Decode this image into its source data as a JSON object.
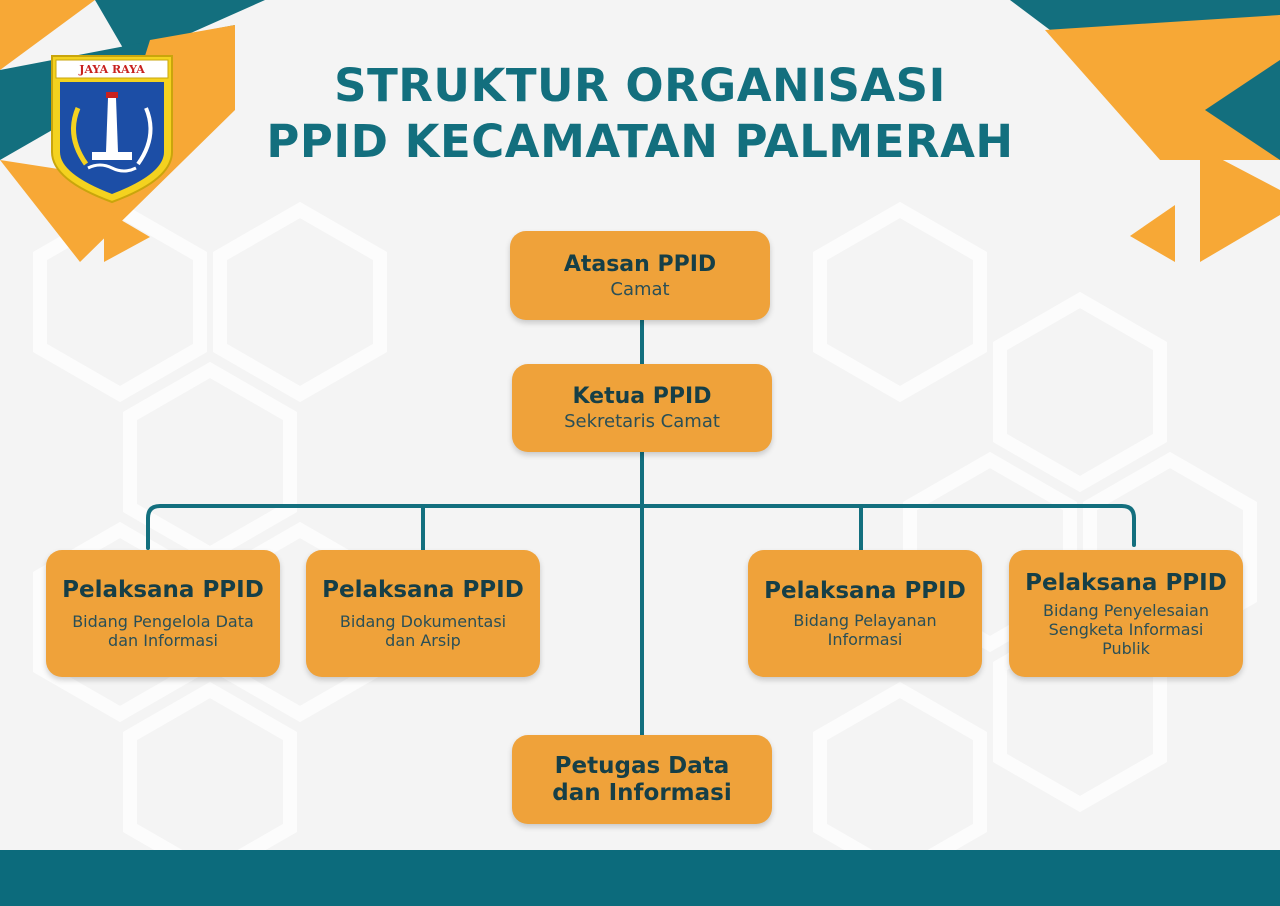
{
  "title": {
    "line1": "STRUKTUR ORGANISASI",
    "line2": "PPID KECAMATAN PALMERAH"
  },
  "logo": {
    "text": "JAYA RAYA",
    "icon": "jakarta-emblem-icon"
  },
  "nodes": {
    "atasan": {
      "title": "Atasan PPID",
      "subtitle": "Camat"
    },
    "ketua": {
      "title": "Ketua PPID",
      "subtitle": "Sekretaris Camat"
    },
    "pelaksana_1": {
      "title": "Pelaksana PPID",
      "subtitle_1": "Bidang Pengelola Data",
      "subtitle_2": "dan Informasi"
    },
    "pelaksana_2": {
      "title": "Pelaksana PPID",
      "subtitle_1": "Bidang Dokumentasi",
      "subtitle_2": "dan Arsip"
    },
    "pelaksana_3": {
      "title": "Pelaksana PPID",
      "subtitle_1": "Bidang Pelayanan",
      "subtitle_2": "Informasi"
    },
    "pelaksana_4": {
      "title": "Pelaksana PPID",
      "subtitle_1": "Bidang Penyelesaian",
      "subtitle_2": "Sengketa Informasi",
      "subtitle_3": "Publik"
    },
    "petugas": {
      "title_1": "Petugas Data",
      "title_2": "dan Informasi"
    }
  },
  "colors": {
    "teal": "#136f7e",
    "orange": "#efa23a",
    "accent_orange": "#f7a836",
    "footer": "#0c6b7c"
  }
}
